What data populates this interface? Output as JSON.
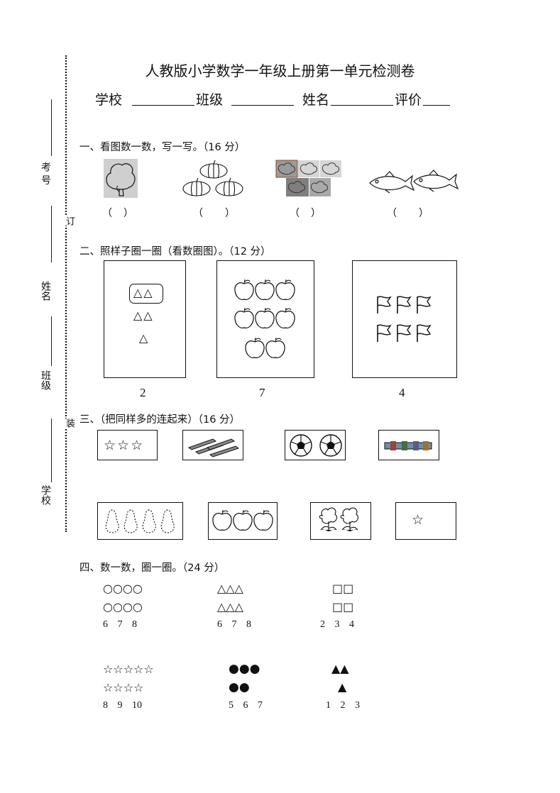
{
  "header": {
    "title": "人教版小学数学一年级上册第一单元检测卷",
    "school_label": "学校",
    "class_label": "班级",
    "name_label": "姓名",
    "score_label": "评价"
  },
  "binding_margin": {
    "exam_no": "考 号",
    "name": "姓名",
    "class": "班级",
    "school": "学校",
    "ding": "订",
    "zhuang": "装"
  },
  "section1": {
    "heading": "一、看图数一数，写一写。（16 分）",
    "blanks": [
      "（　）",
      "（　　）",
      "（　）",
      "（　　）"
    ]
  },
  "section2": {
    "heading": "二、照样子圈一圈（看数圈图）。（12 分）",
    "numbers": [
      "2",
      "7",
      "4"
    ],
    "tri_row1": "△△",
    "tri_row2": "△△",
    "tri_row3": "△"
  },
  "section3": {
    "heading": "三、（把同样多的连起来）（16 分）",
    "stars3": "☆☆☆",
    "star1": "☆"
  },
  "section4": {
    "heading": "四、数一数，圈一圈。（24 分）",
    "g1": {
      "row1": "○○○○",
      "row2": "○○○○",
      "options": "6 7 8"
    },
    "g2": {
      "row1": "△△△",
      "row2": "△△△",
      "options": "6 7 8"
    },
    "g3": {
      "row1": "□□",
      "row2": "□□",
      "options": "2 3 4"
    },
    "g4": {
      "row1": "☆☆☆☆☆",
      "row2": "☆☆☆☆",
      "options": "8 9 10"
    },
    "g5": {
      "row1": "●●●",
      "row2": "●●",
      "options": "5 6 7"
    },
    "g6": {
      "row1": "▲▲",
      "row2": "▲",
      "options": "1 2 3"
    }
  }
}
